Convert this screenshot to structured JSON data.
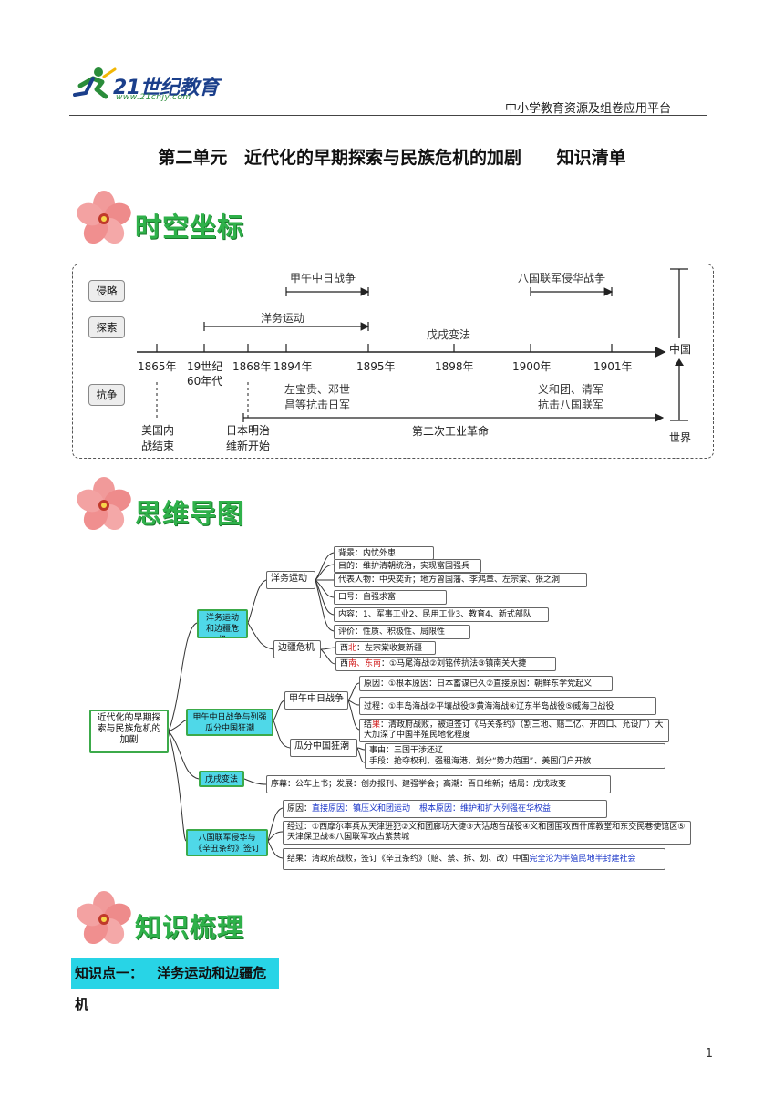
{
  "header": {
    "logo_text": "21世纪教育",
    "logo_url": "www.21cnjy.com",
    "platform": "中小学教育资源及组卷应用平台"
  },
  "title": {
    "unit": "第二单元",
    "main": "近代化的早期探索与民族危机的加剧",
    "suffix": "知识清单"
  },
  "sections": {
    "timeline": "时空坐标",
    "mindmap": "思维导图",
    "knowledge": "知识梳理"
  },
  "timeline": {
    "lanes": [
      "侵略",
      "探索",
      "抗争"
    ],
    "years": [
      "1865年",
      "19世纪",
      "60年代",
      "1868年",
      "1894年",
      "1895年",
      "1898年",
      "1900年",
      "1901年"
    ],
    "events": {
      "sino_japanese_war": "甲午中日战争",
      "eight_nation": "八国联军侵华战争",
      "westernization": "洋务运动",
      "reform": "戊戌变法",
      "zuo_deng_1": "左宝贵、邓世",
      "zuo_deng_2": "昌等抗击日军",
      "boxer_1": "义和团、清军",
      "boxer_2": "抗击八国联军",
      "us_civil_1": "美国内",
      "us_civil_2": "战结束",
      "meiji_1": "日本明治",
      "meiji_2": "维新开始",
      "second_industrial": "第二次工业革命"
    },
    "axis_labels": {
      "china": "中国",
      "world": "世界"
    }
  },
  "mindmap": {
    "root": "近代化的早期探索与民族危机的加剧",
    "branches": {
      "b1": "洋务运动和边疆危机",
      "b2": "甲午中日战争与列强瓜分中国狂潮",
      "b3": "戊戌变法",
      "b4": "八国联军侵华与《辛丑条约》签订"
    },
    "sub": {
      "yangwu": "洋务运动",
      "bianjiang": "边疆危机",
      "jiawu": "甲午中日战争",
      "guafen": "瓜分中国狂潮"
    },
    "yangwu_items": {
      "background": "背景：内忧外患",
      "purpose": "目的：维护清朝统治，实现富国强兵",
      "people": "代表人物：中央奕䜣；地方曾国藩、李鸿章、左宗棠、张之洞",
      "slogan": "口号：自强求富",
      "content": "内容：1、军事工业2、民用工业3、教育4、新式部队",
      "evaluation": "评价：性质、积极性、局限性"
    },
    "bianjiang_items": {
      "nw_prefix": "西",
      "nw_red": "北",
      "nw_rest": "：左宗棠收复新疆",
      "sw_prefix": "西",
      "sw_red": "南、东南",
      "sw_rest": "：①马尾海战②刘铭传抗法③镇南关大捷"
    },
    "jiawu_items": {
      "cause": "原因：①根本原因：日本蓄谋已久②直接原因：朝鲜东学党起义",
      "process": "过程：①丰岛海战②平壤战役③黄海海战④辽东半岛战役⑤威海卫战役",
      "result_prefix": "结",
      "result_red": "果",
      "result_rest": "：清政府战败，被迫签订《马关条约》（割三地、赔二亿、开四口、允设厂）大大加深了中国半殖民地化程度"
    },
    "guafen_items": {
      "event": "事由：三国干涉还辽",
      "means": "手段：抢夺权利、强租海港、划分“势力范围”、美国门户开放"
    },
    "wuxu_items": "序幕：公车上书；发展：创办报刊、建强学会；高潮：百日维新；结局：戊戌政变",
    "baguo_items": {
      "cause_prefix": "原因：",
      "cause_direct": "直接原因：镇压义和团运动",
      "cause_root": "根本原因：维护和扩大列强在华权益",
      "process": "经过：①西摩尔率兵从天津进犯②义和团廊坊大捷③大沽炮台战役④义和团围攻西什库教堂和东交民巷使馆区⑤天津保卫战⑥八国联军攻占紫禁城",
      "result_prefix": "结果：清政府战败，签订《辛丑条约》（赔、禁、拆、划、改）中国",
      "result_blue": "完全沦为半殖民地半封建社会"
    }
  },
  "knowledge_point": {
    "label": "知识点一：",
    "title": "洋务运动和边疆危机"
  },
  "page_number": "1"
}
